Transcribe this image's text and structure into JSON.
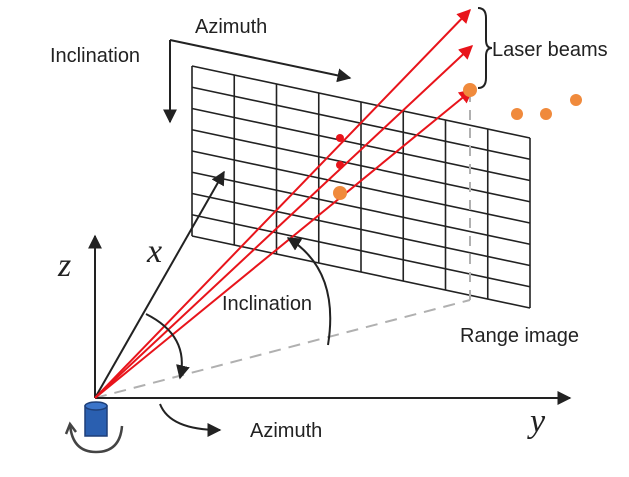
{
  "labels": {
    "azimuth_top": "Azimuth",
    "inclination_top": "Inclination",
    "laser_beams": "Laser beams",
    "inclination_mid": "Inclination",
    "range_image": "Range image",
    "azimuth_bottom": "Azimuth",
    "axis_x": "x",
    "axis_y": "y",
    "axis_z": "z"
  },
  "colors": {
    "beam": "#e8141b",
    "point": "#f08a3c",
    "sensor": "#2a5fb0",
    "lines": "#222222",
    "dashed": "#b0b0b0"
  },
  "grid": {
    "rows": 8,
    "cols": 8
  }
}
